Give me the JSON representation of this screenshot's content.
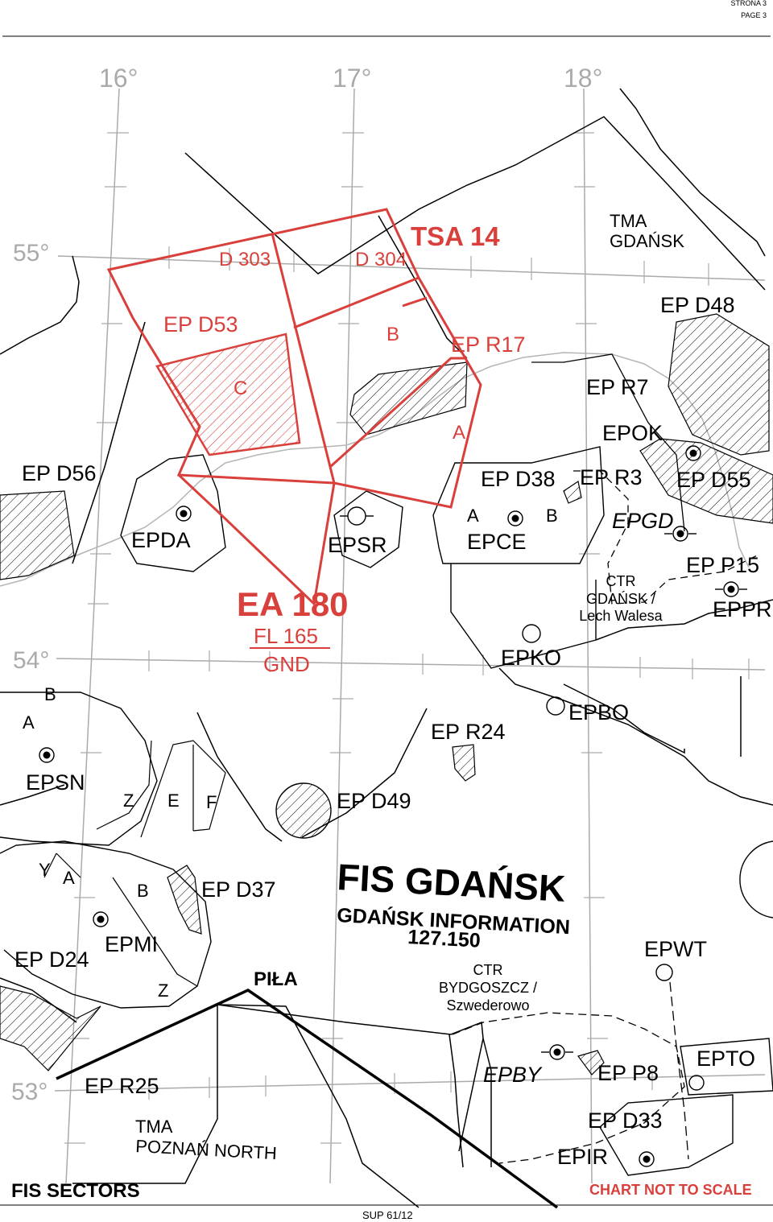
{
  "header": {
    "page_pl": "STRONA 3",
    "page_en": "PAGE 3"
  },
  "footer": {
    "title": "FIS SECTORS",
    "sup": "SUP 61/12",
    "scale_note": "CHART NOT TO SCALE"
  },
  "grid_labels": {
    "lon16": "16°",
    "lon17": "17°",
    "lon18": "18°",
    "lat55": "55°",
    "lat54": "54°",
    "lat53": "53°"
  },
  "colors": {
    "restricted": "#d9403c",
    "grid": "#aaaaaa",
    "line": "#000000"
  },
  "red_labels": {
    "d303": "D 303",
    "d304": "D 304",
    "tsa14": "TSA 14",
    "epd53": "EP D53",
    "b": "B",
    "c": "C",
    "a": "A",
    "epr17": "EP R17",
    "ea180": "EA 180",
    "fl165": "FL 165",
    "gnd": "GND"
  },
  "labels": {
    "tma_gdansk_1": "TMA",
    "tma_gdansk_2": "GDAŃSK",
    "epd48": "EP D48",
    "epr7": "EP R7",
    "epok": "EPOK",
    "epd56": "EP D56",
    "epd38": "EP D38",
    "epr3": "EP R3",
    "epd55": "EP D55",
    "epda": "EPDA",
    "epsr": "EPSR",
    "a_ce": "A",
    "b_ce": "B",
    "epce": "EPCE",
    "epgd": "EPGD",
    "epp15": "EP P15",
    "eppr": "EPPR",
    "ctr_gd_1": "CTR",
    "ctr_gd_2": "GDAŃSK /",
    "ctr_gd_3": "Lech Walesa",
    "epko": "EPKO",
    "b_sn": "B",
    "a_sn": "A",
    "epr24": "EP R24",
    "epbo": "EPBO",
    "epsn": "EPSN",
    "z_sn": "Z",
    "e_sn": "E",
    "f_sn": "F",
    "epd49": "EP D49",
    "y_mi": "Y",
    "a_mi": "A",
    "b_mi": "B",
    "epd37": "EP D37",
    "epd24": "EP D24",
    "epmi": "EPMI",
    "z_mi": "Z",
    "fis_gdansk": "FIS GDAŃSK",
    "gdansk_info": "GDAŃSK INFORMATION",
    "freq": "127.150",
    "pila": "PIŁA",
    "ctr_by_1": "CTR",
    "ctr_by_2": "BYDGOSZCZ /",
    "ctr_by_3": "Szwederowo",
    "epwt": "EPWT",
    "epby": "EPBY",
    "epp8": "EP P8",
    "epto": "EPTO",
    "epr25": "EP R25",
    "epd33": "EP D33",
    "epir": "EPIR",
    "tma_pn_1": "TMA",
    "tma_pn_2": "POZNAŃ NORTH"
  }
}
